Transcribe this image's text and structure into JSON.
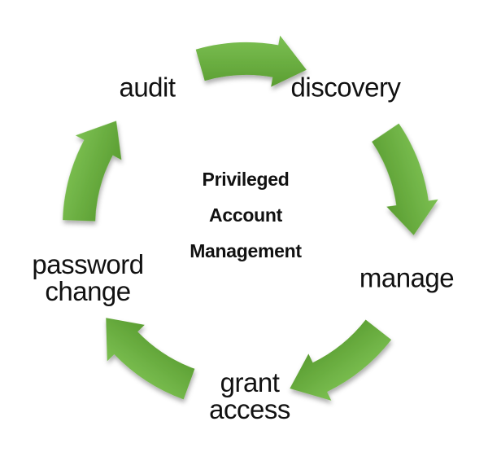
{
  "diagram": {
    "center_title": {
      "lines": [
        "Privileged",
        "Account",
        "Management"
      ]
    },
    "stages": [
      {
        "id": "audit",
        "label": "audit"
      },
      {
        "id": "discovery",
        "label": "discovery"
      },
      {
        "id": "manage",
        "label": "manage"
      },
      {
        "id": "grant-access",
        "label": "grant access"
      },
      {
        "id": "password-change",
        "label": "password change"
      }
    ],
    "arrows": [
      {
        "from": "audit",
        "to": "discovery"
      },
      {
        "from": "discovery",
        "to": "manage"
      },
      {
        "from": "manage",
        "to": "grant-access"
      },
      {
        "from": "grant-access",
        "to": "password-change"
      },
      {
        "from": "password-change",
        "to": "audit"
      }
    ],
    "colors": {
      "arrow_gradient_light": "#7cc052",
      "arrow_gradient_dark": "#5b9e32",
      "text": "#111111",
      "background": "#ffffff"
    }
  }
}
